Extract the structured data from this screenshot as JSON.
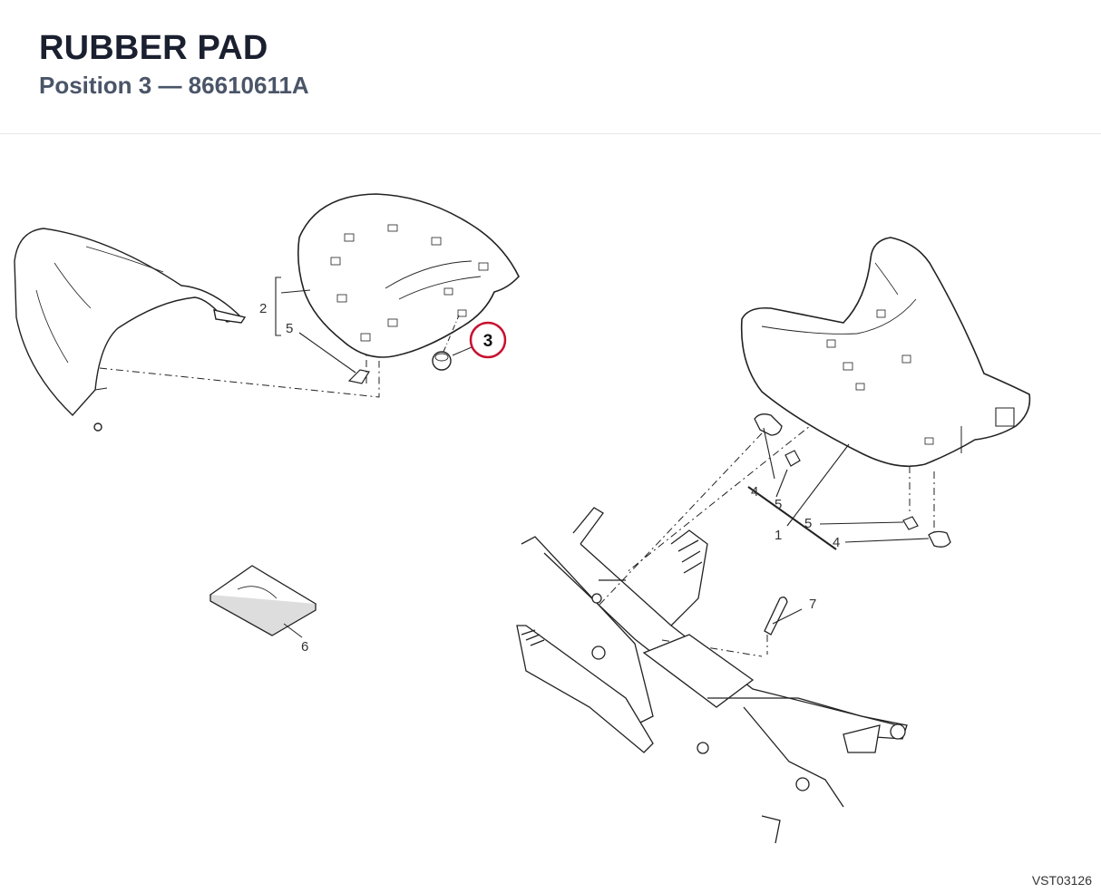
{
  "header": {
    "title": "RUBBER PAD",
    "subtitle": "Position 3 — 86610611A"
  },
  "diagram": {
    "highlight_color": "#c8102e",
    "callouts": {
      "c1": "1",
      "c2": "2",
      "c3": "3",
      "c4a": "4",
      "c4b": "4",
      "c5a": "5",
      "c5b": "5",
      "c5c": "5",
      "c6": "6",
      "c7": "7"
    },
    "drawing_code": "VST03126"
  }
}
